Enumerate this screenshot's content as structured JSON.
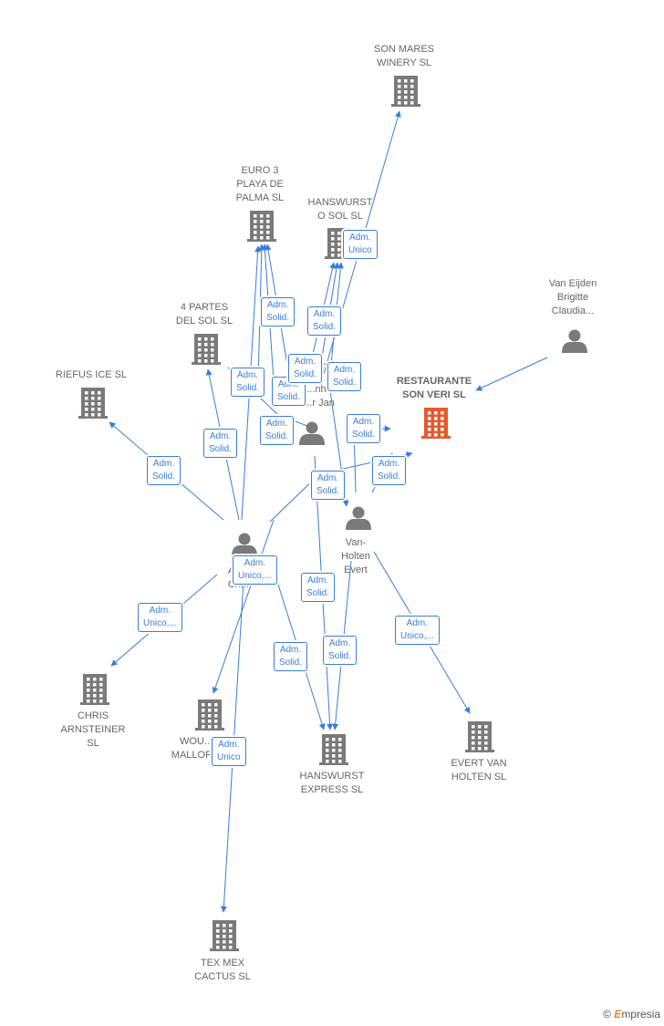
{
  "colors": {
    "company": "#7a7a7a",
    "highlight": "#e8592b",
    "edge": "#3b7dd8",
    "label": "#666666"
  },
  "nodes": [
    {
      "id": "son_mares",
      "label": "SON MARES\nWINERY  SL",
      "kind": "company",
      "icon": "building-icon"
    },
    {
      "id": "euro3",
      "label": "EURO 3\nPLAYA DE\nPALMA  SL",
      "kind": "company",
      "icon": "building-icon"
    },
    {
      "id": "hanswurst_sol",
      "label": "HANSWURST\nO SOL  SL",
      "kind": "company",
      "icon": "building-icon"
    },
    {
      "id": "vaneijden",
      "label": "Van Eijden\nBrigitte\nClaudia...",
      "kind": "person",
      "icon": "person-icon"
    },
    {
      "id": "4partes",
      "label": "4 PARTES\nDEL SOL  SL",
      "kind": "company",
      "icon": "building-icon"
    },
    {
      "id": "riefus",
      "label": "RIEFUS ICE SL",
      "kind": "company",
      "icon": "building-icon"
    },
    {
      "id": "restaurante",
      "label": "RESTAURANTE\nSON VERI  SL",
      "kind": "focus",
      "icon": "building-icon"
    },
    {
      "id": "person_jan",
      "label": "...nho\n...r Jan",
      "kind": "person",
      "icon": "person-icon"
    },
    {
      "id": "vanholten",
      "label": "Van-\nHolten\nEvert",
      "kind": "person",
      "icon": "person-icon"
    },
    {
      "id": "arnsteiner",
      "label": "Arn...\nChr...",
      "kind": "person",
      "icon": "person-icon"
    },
    {
      "id": "chris",
      "label": "CHRIS\nARNSTEINER\nSL",
      "kind": "company",
      "icon": "building-icon"
    },
    {
      "id": "wout",
      "label": "WOU...\nMALLOR...",
      "kind": "company",
      "icon": "building-icon"
    },
    {
      "id": "hanswurst_exp",
      "label": "HANSWURST\nEXPRESS  SL",
      "kind": "company",
      "icon": "building-icon"
    },
    {
      "id": "evert",
      "label": "EVERT VAN\nHOLTEN  SL",
      "kind": "company",
      "icon": "building-icon"
    },
    {
      "id": "texmex",
      "label": "TEX MEX\nCACTUS  SL",
      "kind": "company",
      "icon": "building-icon"
    }
  ],
  "relations": [
    "Adm.\nUnico",
    "Adm.\nSolid.",
    "Adm.\nSolid.",
    "Adm.\nSolid.",
    "Adm.\nSolid.",
    "Adm.\nSolid.",
    "Adm.\nSolid.",
    "Adm.\nSolid.",
    "Adm.\nSolid.",
    "Adm.\nSolid.",
    "Adm.\nSolid.",
    "Adm.\nSolid.",
    "Adm.\nSolid.",
    "Adm.\nUnico,...",
    "Adm.\nUnico,...",
    "Adm.\nSolid.",
    "Adm.\nSolid.",
    "Adm.\nSolid.",
    "Adm.\nUnico,...",
    "Adm.\nUnico"
  ],
  "footer": {
    "copyright": "©",
    "brand_first": "E",
    "brand_rest": "mpresia"
  }
}
